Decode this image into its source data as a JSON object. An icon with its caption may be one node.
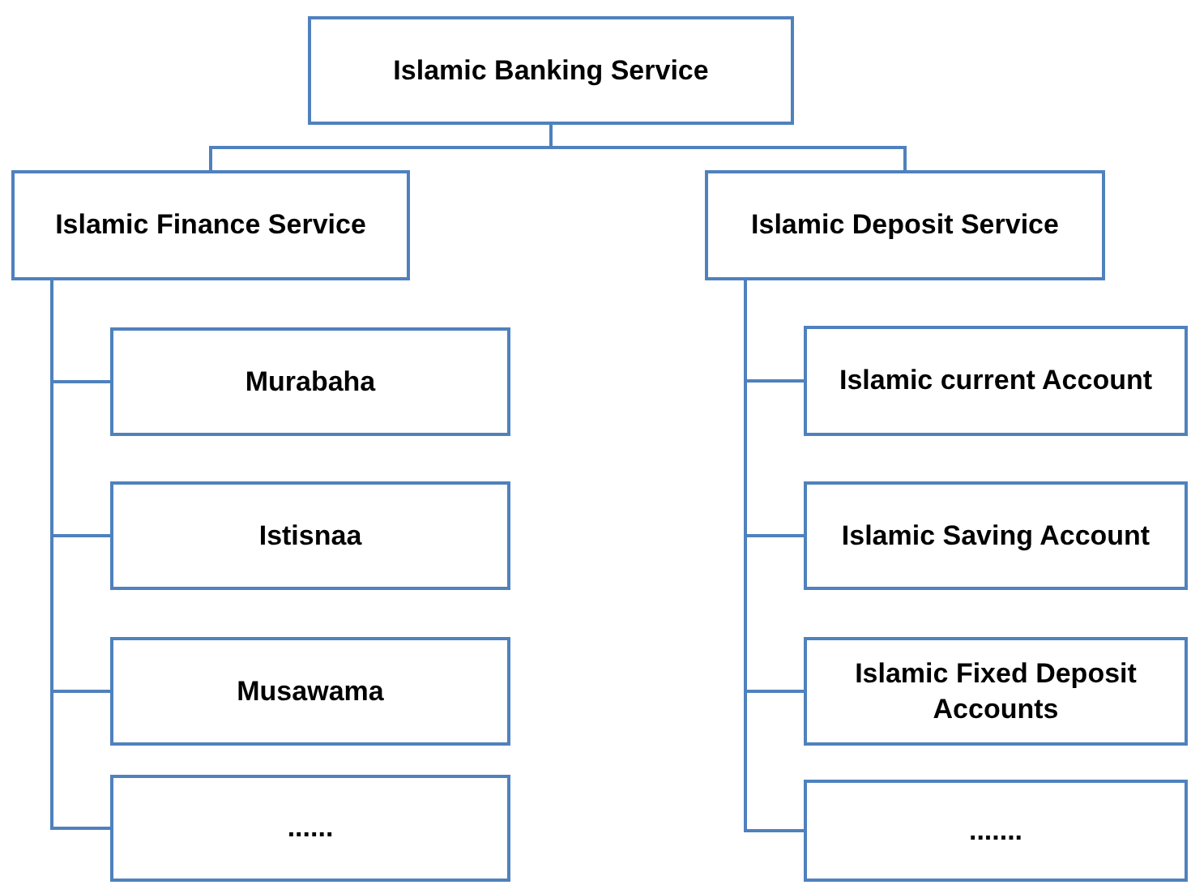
{
  "diagram": {
    "nodes": [
      {
        "text": [
          "Islamic Banking Service"
        ]
      },
      {
        "text": [
          "Islamic Finance Service"
        ]
      },
      {
        "text": [
          "Islamic Deposit Service"
        ]
      },
      {
        "text": [
          "Murabaha"
        ]
      },
      {
        "text": [
          "Istisnaa"
        ]
      },
      {
        "text": [
          "Musawama"
        ]
      },
      {
        "text": [
          "......"
        ]
      },
      {
        "text": [
          "Islamic current Account"
        ]
      },
      {
        "text": [
          "Islamic Saving Account"
        ]
      },
      {
        "text": [
          "Islamic Fixed Deposit Accounts"
        ]
      },
      {
        "text": [
          "......."
        ]
      }
    ],
    "edges": [
      {
        "from": 0,
        "to": 1,
        "arrow": "none"
      },
      {
        "from": 0,
        "to": 2,
        "arrow": "none"
      },
      {
        "from": 1,
        "to": 3,
        "arrow": "none"
      },
      {
        "from": 1,
        "to": 4,
        "arrow": "none"
      },
      {
        "from": 1,
        "to": 5,
        "arrow": "none"
      },
      {
        "from": 1,
        "to": 6,
        "arrow": "none"
      },
      {
        "from": 2,
        "to": 7,
        "arrow": "none"
      },
      {
        "from": 2,
        "to": 8,
        "arrow": "none"
      },
      {
        "from": 2,
        "to": 9,
        "arrow": "none"
      },
      {
        "from": 2,
        "to": 10,
        "arrow": "none"
      }
    ]
  }
}
